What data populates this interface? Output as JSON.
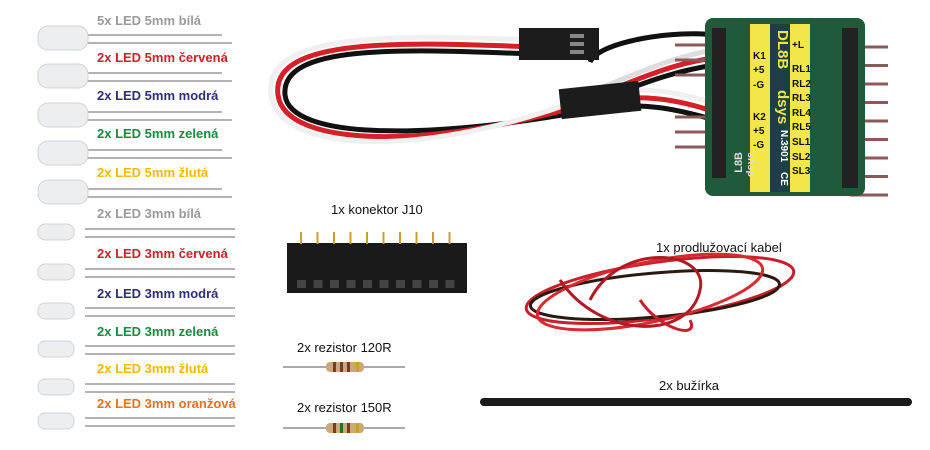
{
  "leds": [
    {
      "label": "5x LED 5mm bílá",
      "color": "#9a9a9a",
      "size": "5mm"
    },
    {
      "label": "2x LED 5mm červená",
      "color": "#d0202a",
      "size": "5mm"
    },
    {
      "label": "2x LED 5mm modrá",
      "color": "#2e2f7a",
      "size": "5mm"
    },
    {
      "label": "2x LED 5mm zelená",
      "color": "#1a8a3c",
      "size": "5mm"
    },
    {
      "label": "2x LED 5mm žlutá",
      "color": "#f5b800",
      "size": "5mm"
    },
    {
      "label": "2x LED 3mm bílá",
      "color": "#9a9a9a",
      "size": "3mm"
    },
    {
      "label": "2x LED 3mm červená",
      "color": "#d0202a",
      "size": "3mm"
    },
    {
      "label": "2x LED 3mm modrá",
      "color": "#2e2f7a",
      "size": "3mm"
    },
    {
      "label": "2x LED 3mm zelená",
      "color": "#1a8a3c",
      "size": "3mm"
    },
    {
      "label": "2x LED 3mm žlutá",
      "color": "#f5b800",
      "size": "3mm"
    },
    {
      "label": "2x LED 3mm oranžová",
      "color": "#e87020",
      "size": "3mm"
    }
  ],
  "items": {
    "connector": "1x konektor J10",
    "cable": "1x prodlužovací kabel",
    "resistor1": "2x rezistor 120R",
    "resistor2": "2x rezistor 150R",
    "tubing": "2x bužírka"
  },
  "board": {
    "name": "DL8B",
    "brand": "dsys",
    "serial": "N.3901",
    "ce": "CE",
    "side_name": "L8B",
    "side_brand": "dsys",
    "left_pins": [
      "K1",
      "+5",
      "-G",
      "K2",
      "+5",
      "-G"
    ],
    "right_pins": [
      "+L",
      "RL1",
      "RL2",
      "RL3",
      "RL4",
      "RL5",
      "SL1",
      "SL2",
      "SL3"
    ]
  }
}
